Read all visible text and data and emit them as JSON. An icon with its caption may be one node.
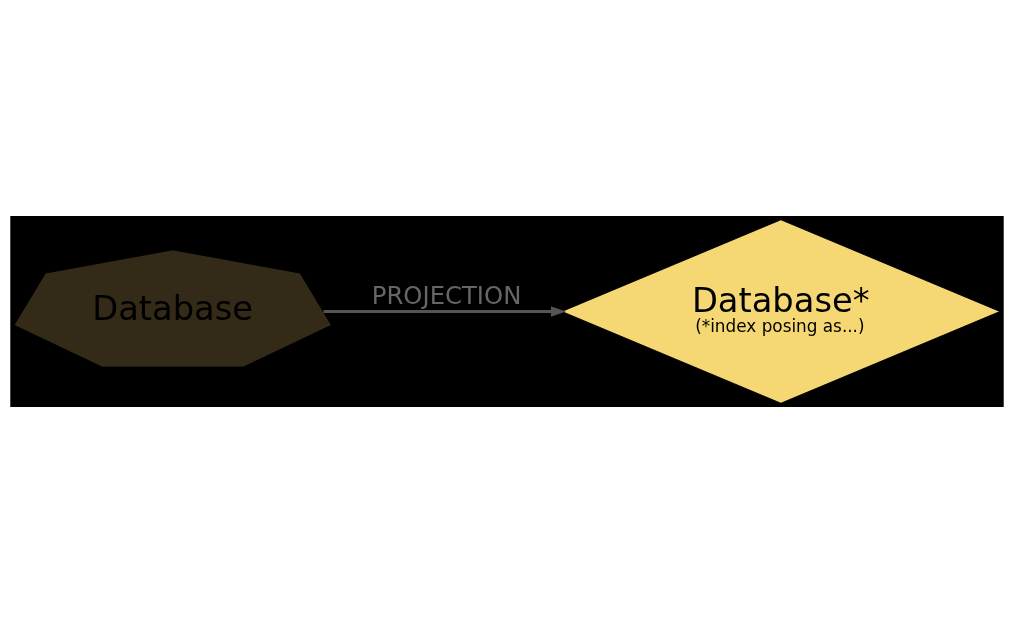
{
  "diagram": {
    "nodes": [
      {
        "text": [
          "Database"
        ]
      },
      {
        "text": [
          "Database*",
          "(*index posing as...)"
        ]
      }
    ],
    "edges": [
      {
        "from": 0,
        "to": 1,
        "arrow": "to",
        "label": "PROJECTION"
      }
    ]
  }
}
